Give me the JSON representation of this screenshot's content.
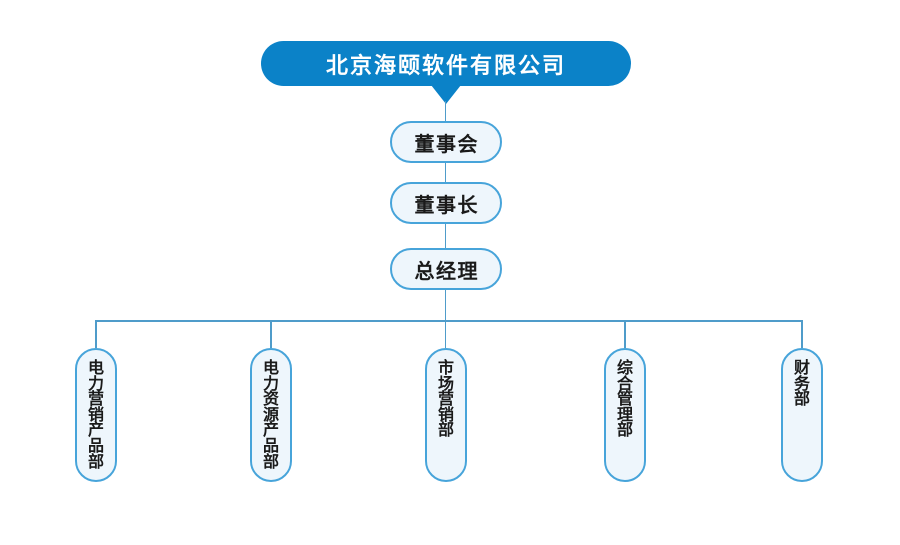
{
  "org": {
    "root_label": "北京海颐软件有限公司",
    "levels": [
      {
        "label": "董事会"
      },
      {
        "label": "董事长"
      },
      {
        "label": "总经理"
      }
    ],
    "departments": [
      {
        "label": "电力营销产品部"
      },
      {
        "label": "电力资源产品部"
      },
      {
        "label": "市场营销部"
      },
      {
        "label": "综合管理部"
      },
      {
        "label": "财务部"
      }
    ],
    "colors": {
      "page_bg": "#ffffff",
      "brand_blue": "#0b82c8",
      "line_blue": "#4f9cca",
      "pill_border": "#47a4da",
      "pill_fill": "#eef6fc",
      "text_dark": "#1a1a1a",
      "text_light": "#ffffff"
    }
  }
}
